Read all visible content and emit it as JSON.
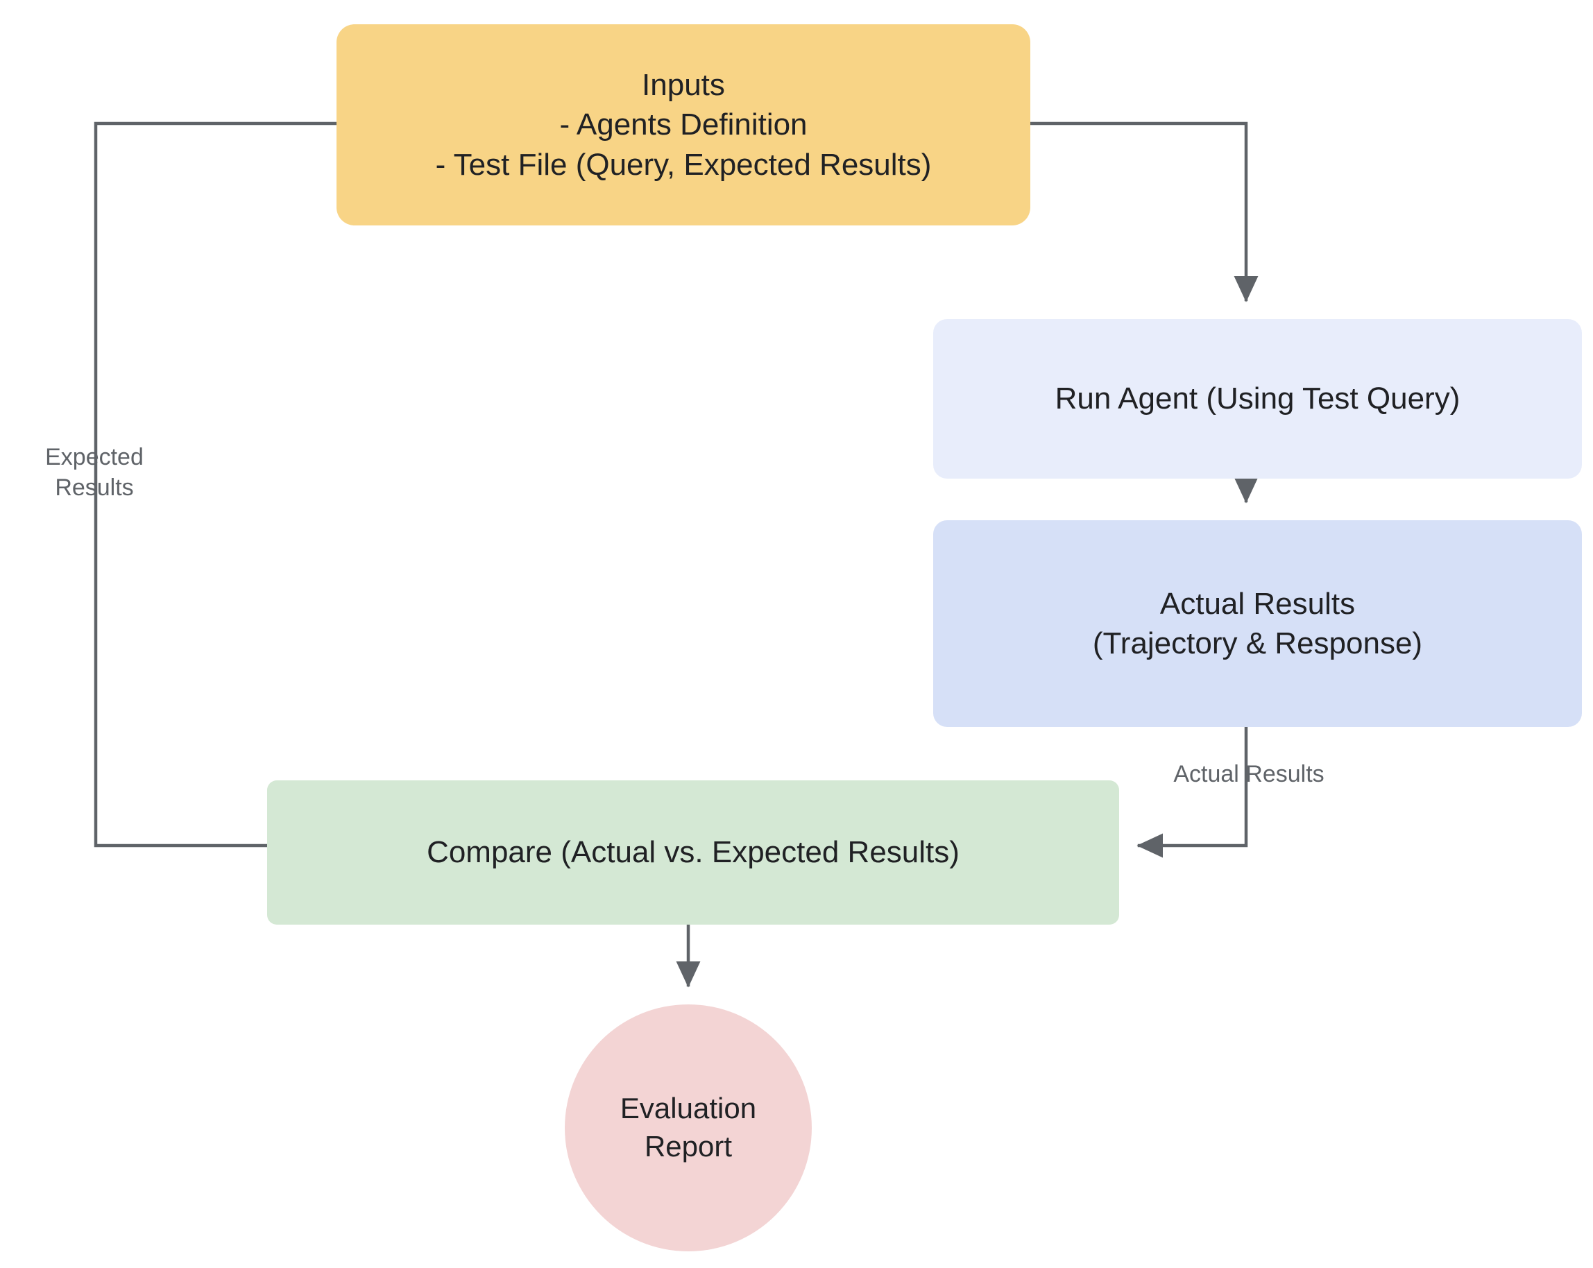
{
  "diagram": {
    "title": "Agent Evaluation Flow",
    "background_color": "#ffffff",
    "edge_color": "#5f6368",
    "nodes": {
      "inputs": {
        "label": "Inputs\n- Agents Definition\n- Test File (Query, Expected Results)",
        "shape": "rounded-rect",
        "color": "#f8d486",
        "text_color": "#202124"
      },
      "run_agent": {
        "label": "Run Agent (Using Test Query)",
        "shape": "rounded-rect",
        "color": "#e8edfb",
        "text_color": "#202124"
      },
      "actual_results": {
        "label": "Actual Results\n(Trajectory & Response)",
        "shape": "rounded-rect",
        "color": "#d6e0f7",
        "text_color": "#202124"
      },
      "compare": {
        "label": "Compare (Actual vs. Expected Results)",
        "shape": "rounded-rect",
        "color": "#d4e8d4",
        "text_color": "#202124"
      },
      "evaluation_report": {
        "label": "Evaluation\nReport",
        "shape": "circle",
        "color": "#f3d4d4",
        "text_color": "#202124"
      }
    },
    "edge_labels": {
      "expected_results": "Expected\nResults",
      "actual_results": "Actual Results"
    },
    "edges": [
      {
        "from": "inputs",
        "to": "compare",
        "label": "Expected\nResults",
        "arrow": true
      },
      {
        "from": "inputs",
        "to": "run_agent",
        "label": "",
        "arrow": true
      },
      {
        "from": "run_agent",
        "to": "actual_results",
        "label": "",
        "arrow": true
      },
      {
        "from": "actual_results",
        "to": "compare",
        "label": "Actual Results",
        "arrow": true
      },
      {
        "from": "compare",
        "to": "evaluation_report",
        "label": "",
        "arrow": true
      }
    ]
  }
}
